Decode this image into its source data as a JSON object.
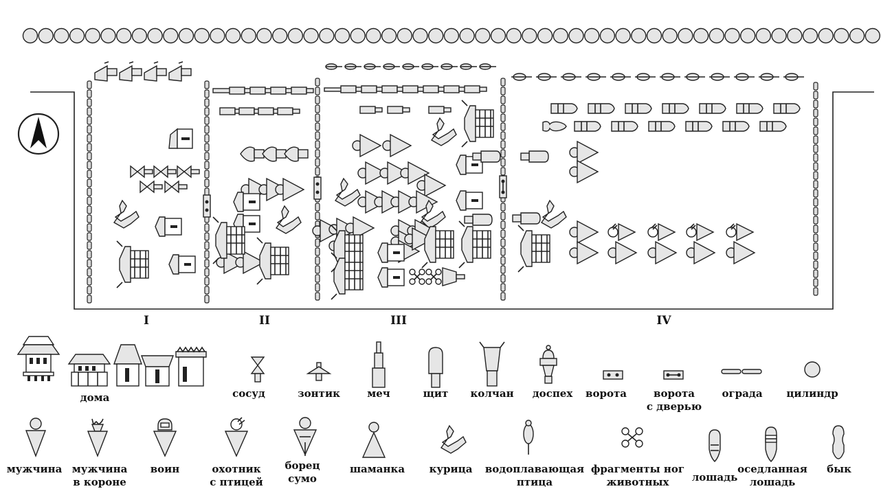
{
  "sections": [
    "I",
    "II",
    "III",
    "IV"
  ],
  "legend": {
    "houses": "дома",
    "vessel": "сосуд",
    "parasol": "зонтик",
    "sword": "меч",
    "shield": "щит",
    "quiver": "колчан",
    "armor": "доспех",
    "gate": "ворота",
    "gate_door": [
      "ворота",
      "с дверью"
    ],
    "fence": "ограда",
    "cylinder": "цилиндр",
    "man": "мужчина",
    "crowned_man": [
      "мужчина",
      "в короне"
    ],
    "warrior": "воин",
    "hunter": [
      "охотник",
      "с птицей"
    ],
    "sumo": [
      "борец",
      "сумо"
    ],
    "shaman": "шаманка",
    "chicken": "курица",
    "waterbird": [
      "водоплавающая",
      "птица"
    ],
    "hoof": [
      "фрагменты ног",
      "животных"
    ],
    "horse": "лошадь",
    "saddled_horse": [
      "оседланная",
      "лошадь"
    ],
    "bull": "бык"
  },
  "icons": {
    "north_arrow": "north-arrow-icon",
    "house": "house-icon",
    "vessel": "vessel-icon",
    "parasol": "parasol-icon",
    "sword": "sword-icon",
    "shield": "shield-icon",
    "quiver": "quiver-icon",
    "armor": "armor-icon",
    "gate": "gate-icon",
    "fence": "fence-icon",
    "cylinder": "cylinder-icon",
    "man": "man-figure-icon",
    "chicken": "chicken-icon",
    "horse": "horse-icon",
    "bull": "bull-icon"
  }
}
